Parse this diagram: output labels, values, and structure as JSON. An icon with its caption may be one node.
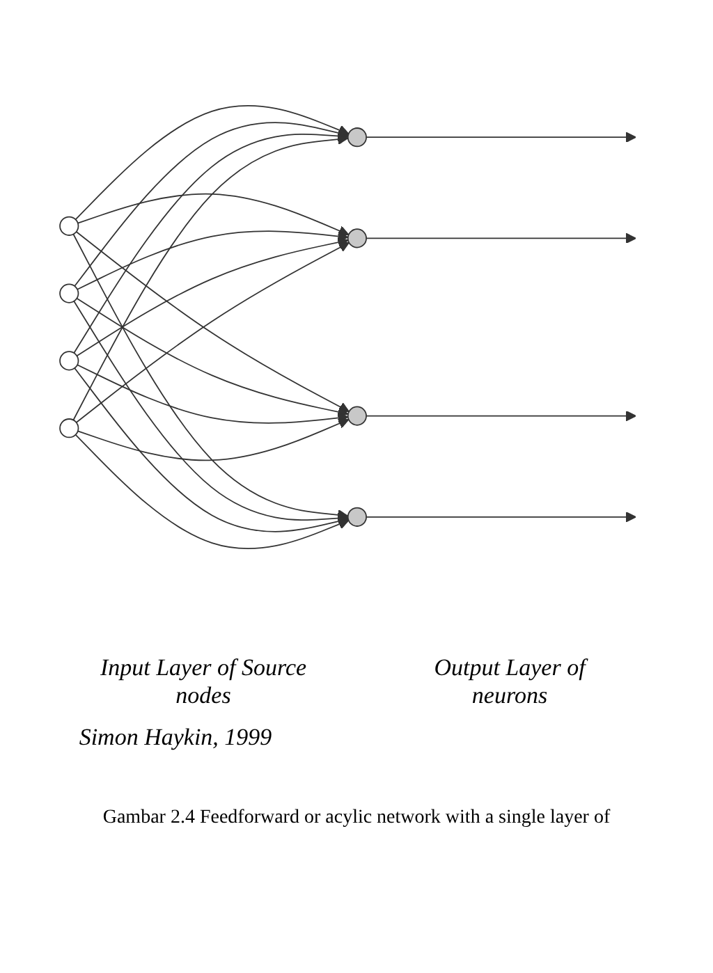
{
  "diagram": {
    "caption": "Gambar 2.4 Feedforward or acylic network with a single layer of",
    "nodes": [
      {
        "text": [],
        "shape": "circle"
      },
      {
        "text": [],
        "shape": "circle"
      },
      {
        "text": [],
        "shape": "circle"
      },
      {
        "text": [],
        "shape": "circle"
      },
      {
        "text": [],
        "shape": "circle"
      },
      {
        "text": [],
        "shape": "circle"
      },
      {
        "text": [],
        "shape": "circle"
      },
      {
        "text": [],
        "shape": "circle"
      }
    ],
    "edges": [
      {
        "from": 0,
        "to": 4,
        "arrow": "to"
      },
      {
        "from": 0,
        "to": 5,
        "arrow": "to"
      },
      {
        "from": 0,
        "to": 6,
        "arrow": "to"
      },
      {
        "from": 0,
        "to": 7,
        "arrow": "to"
      },
      {
        "from": 1,
        "to": 4,
        "arrow": "to"
      },
      {
        "from": 1,
        "to": 5,
        "arrow": "to"
      },
      {
        "from": 1,
        "to": 6,
        "arrow": "to"
      },
      {
        "from": 1,
        "to": 7,
        "arrow": "to"
      },
      {
        "from": 2,
        "to": 4,
        "arrow": "to"
      },
      {
        "from": 2,
        "to": 5,
        "arrow": "to"
      },
      {
        "from": 2,
        "to": 6,
        "arrow": "to"
      },
      {
        "from": 2,
        "to": 7,
        "arrow": "to"
      },
      {
        "from": 3,
        "to": 4,
        "arrow": "to"
      },
      {
        "from": 3,
        "to": 5,
        "arrow": "to"
      },
      {
        "from": 3,
        "to": 6,
        "arrow": "to"
      },
      {
        "from": 3,
        "to": 7,
        "arrow": "to"
      },
      {
        "from": 4,
        "to": null,
        "arrow": "to"
      },
      {
        "from": 5,
        "to": null,
        "arrow": "to"
      },
      {
        "from": 6,
        "to": null,
        "arrow": "to"
      },
      {
        "from": 7,
        "to": null,
        "arrow": "to"
      }
    ],
    "labels": [
      "Input Layer of Source nodes",
      "Output Layer of neurons",
      "Simon Haykin, 1999"
    ]
  }
}
